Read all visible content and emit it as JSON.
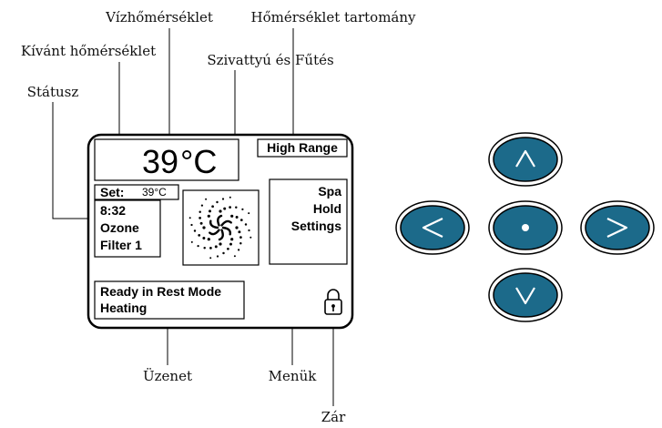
{
  "callouts": {
    "water_temp": "Vízhőmérséklet",
    "temp_range": "Hőmérséklet tartomány",
    "set_temp": "Kívánt hőmérséklet",
    "pump_heat": "Szivattyú és Fűtés",
    "status": "Státusz",
    "message": "Üzenet",
    "menus": "Menük",
    "lock": "Zár"
  },
  "display": {
    "temperature_value": "39",
    "temperature_unit": "°C",
    "range": "High Range",
    "set_label": "Set:",
    "set_value": "39°C",
    "status_lines": [
      "8:32",
      "Ozone",
      "Filter 1"
    ],
    "menu_items": [
      "Spa",
      "Hold",
      "Settings"
    ],
    "message_lines": [
      "Ready in Rest Mode",
      "Heating"
    ]
  },
  "buttons": {
    "up": "up-arrow-icon",
    "left": "left-arrow-icon",
    "center": "dot-icon",
    "right": "right-arrow-icon",
    "down": "down-arrow-icon"
  },
  "colors": {
    "button_fill": "#1c6a8a",
    "button_ring": "#000000",
    "glyph": "#ffffff",
    "outline": "#000000"
  }
}
